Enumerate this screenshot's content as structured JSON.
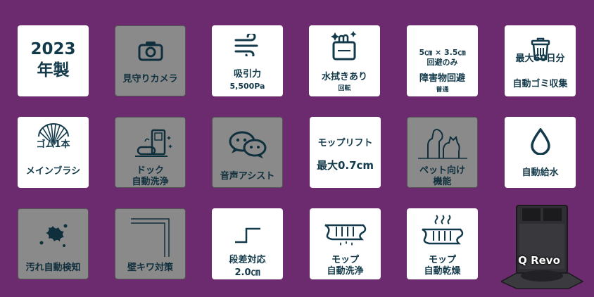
{
  "colors": {
    "background": "#6b2b6e",
    "tile": "#ffffff",
    "tile_gray": "#8a8a8a",
    "text": "#133a4a"
  },
  "tiles": {
    "year": {
      "line1": "2023",
      "line2": "年製"
    },
    "camera": {
      "icon": "camera-icon",
      "label": "見守りカメラ"
    },
    "suction": {
      "icon": "wind-icon",
      "label": "吸引力",
      "sub": "5,500Pa"
    },
    "mop_rotation": {
      "icon": "cleaning-hand-icon",
      "label": "水拭きあり",
      "sub": "回転"
    },
    "obstacle": {
      "top": "5㎝ × 3.5㎝",
      "top2": "回避のみ",
      "label": "障害物回避",
      "sub": "普通"
    },
    "dustbin": {
      "icon": "trash-can-icon",
      "top": "最大60日分",
      "label": "自動ゴミ収集"
    },
    "brush": {
      "icon": "brush-icon",
      "top": "ゴム1本",
      "label": "メインブラシ"
    },
    "dock": {
      "icon": "dock-icon",
      "label": "ドック",
      "label2": "自動洗浄"
    },
    "voice": {
      "icon": "chat-bubbles-icon",
      "label": "音声アシスト"
    },
    "mop_lift": {
      "label": "モップリフト",
      "sub": "最大0.7cm"
    },
    "pet": {
      "icon": "pet-icon",
      "label": "ペット向け",
      "label2": "機能"
    },
    "water": {
      "icon": "water-drop-icon",
      "label": "自動給水"
    },
    "stain": {
      "icon": "splat-icon",
      "label": "汚れ自動検知"
    },
    "wall": {
      "icon": "wall-corner-icon",
      "label": "壁キワ対策"
    },
    "threshold": {
      "icon": "step-icon",
      "label": "段差対応",
      "sub": "2.0㎝"
    },
    "mop_wash": {
      "icon": "mop-wash-icon",
      "label": "モップ",
      "label2": "自動洗浄"
    },
    "mop_dry": {
      "icon": "mop-dry-icon",
      "label": "モップ",
      "label2": "自動乾燥"
    }
  },
  "product": {
    "name": "Q Revo"
  }
}
